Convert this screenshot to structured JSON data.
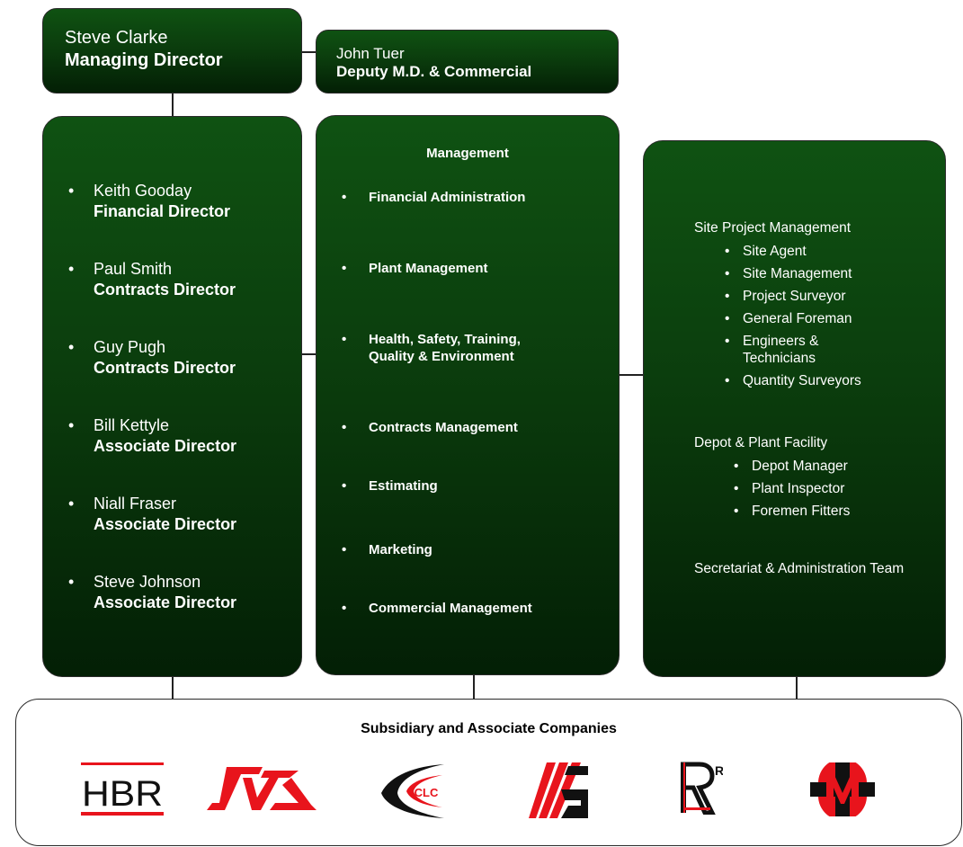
{
  "md": {
    "name": "Steve Clarke",
    "title": "Managing Director"
  },
  "deputy": {
    "name": "John Tuer",
    "title": "Deputy M.D. & Commercial"
  },
  "directors": [
    {
      "name": "Keith Gooday",
      "title": "Financial Director"
    },
    {
      "name": "Paul Smith",
      "title": "Contracts Director"
    },
    {
      "name": "Guy Pugh",
      "title": "Contracts Director"
    },
    {
      "name": "Bill Kettyle",
      "title": "Associate Director"
    },
    {
      "name": "Niall Fraser",
      "title": "Associate Director"
    },
    {
      "name": "Steve Johnson",
      "title": "Associate Director"
    }
  ],
  "management": {
    "heading": "Management",
    "items": [
      "Financial Administration",
      "Plant Management",
      "Health, Safety, Training, Quality & Environment",
      "Contracts Management",
      "Estimating",
      "Marketing",
      "Commercial Management"
    ]
  },
  "site": {
    "group1": {
      "heading": "Site Project Management",
      "items": [
        "Site Agent",
        "Site Management",
        "Project Surveyor",
        "General Foreman",
        "Engineers & Technicians",
        "Quantity Surveyors"
      ]
    },
    "group2": {
      "heading": "Depot & Plant Facility",
      "items": [
        "Depot Manager",
        "Plant Inspector",
        "Foremen Fitters"
      ]
    },
    "group3": {
      "heading": "Secretariat & Administration Team"
    }
  },
  "subsidiaries": {
    "heading": "Subsidiary and Associate Companies",
    "logos": [
      "HBR",
      "JVS",
      "CLC",
      "G",
      "RL",
      "M"
    ]
  },
  "colors": {
    "box_top": "#0f5212",
    "box_bottom": "#031f05",
    "logo_red": "#e8141c"
  }
}
